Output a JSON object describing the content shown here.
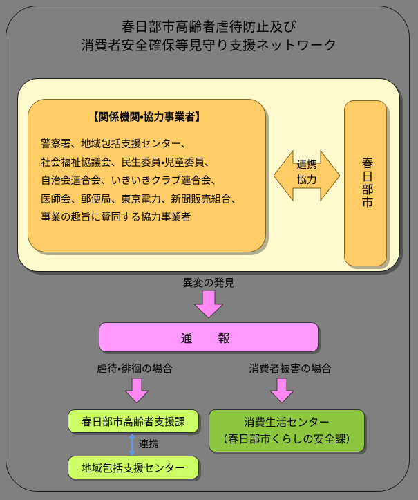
{
  "diagram": {
    "title": "春日部市高齢者虐待防止及び\n消費者安全確保等見守り支援ネットワーク",
    "background_color": "#808080",
    "panel_color": "#FFFACD",
    "orange_color": "#FFCC66",
    "pink_color": "#FF99FF",
    "green_light_color": "#CCFF66",
    "green_dark_color": "#8DC63F",
    "link_arrow_color": "#6699DD"
  },
  "partners": {
    "heading": "【関係機関・協力事業者】",
    "lines": [
      "警察署、地域包括支援センター、",
      "社会福祉協議会、民生委員・児童委員、",
      "自治会連合会、いきいきクラブ連合会、",
      "医師会、郵便局、東京電力、新聞販売組合、",
      "事業の趣旨に賛同する協力事業者"
    ]
  },
  "cooperation": {
    "label": "連携\n協力"
  },
  "city": {
    "label": "春日部市"
  },
  "flow": {
    "discovery_label": "異変の発見",
    "report_label": "通　報",
    "branch_abuse_label": "虐待・徘徊の場合",
    "branch_consumer_label": "消費者被害の場合"
  },
  "outcomes": {
    "elderly_support": "春日部市高齢者支援課",
    "community_center": "地域包括支援センター",
    "link_label": "連携",
    "consumer_center": "消費生活センター\n（春日部市くらしの安全課）"
  }
}
